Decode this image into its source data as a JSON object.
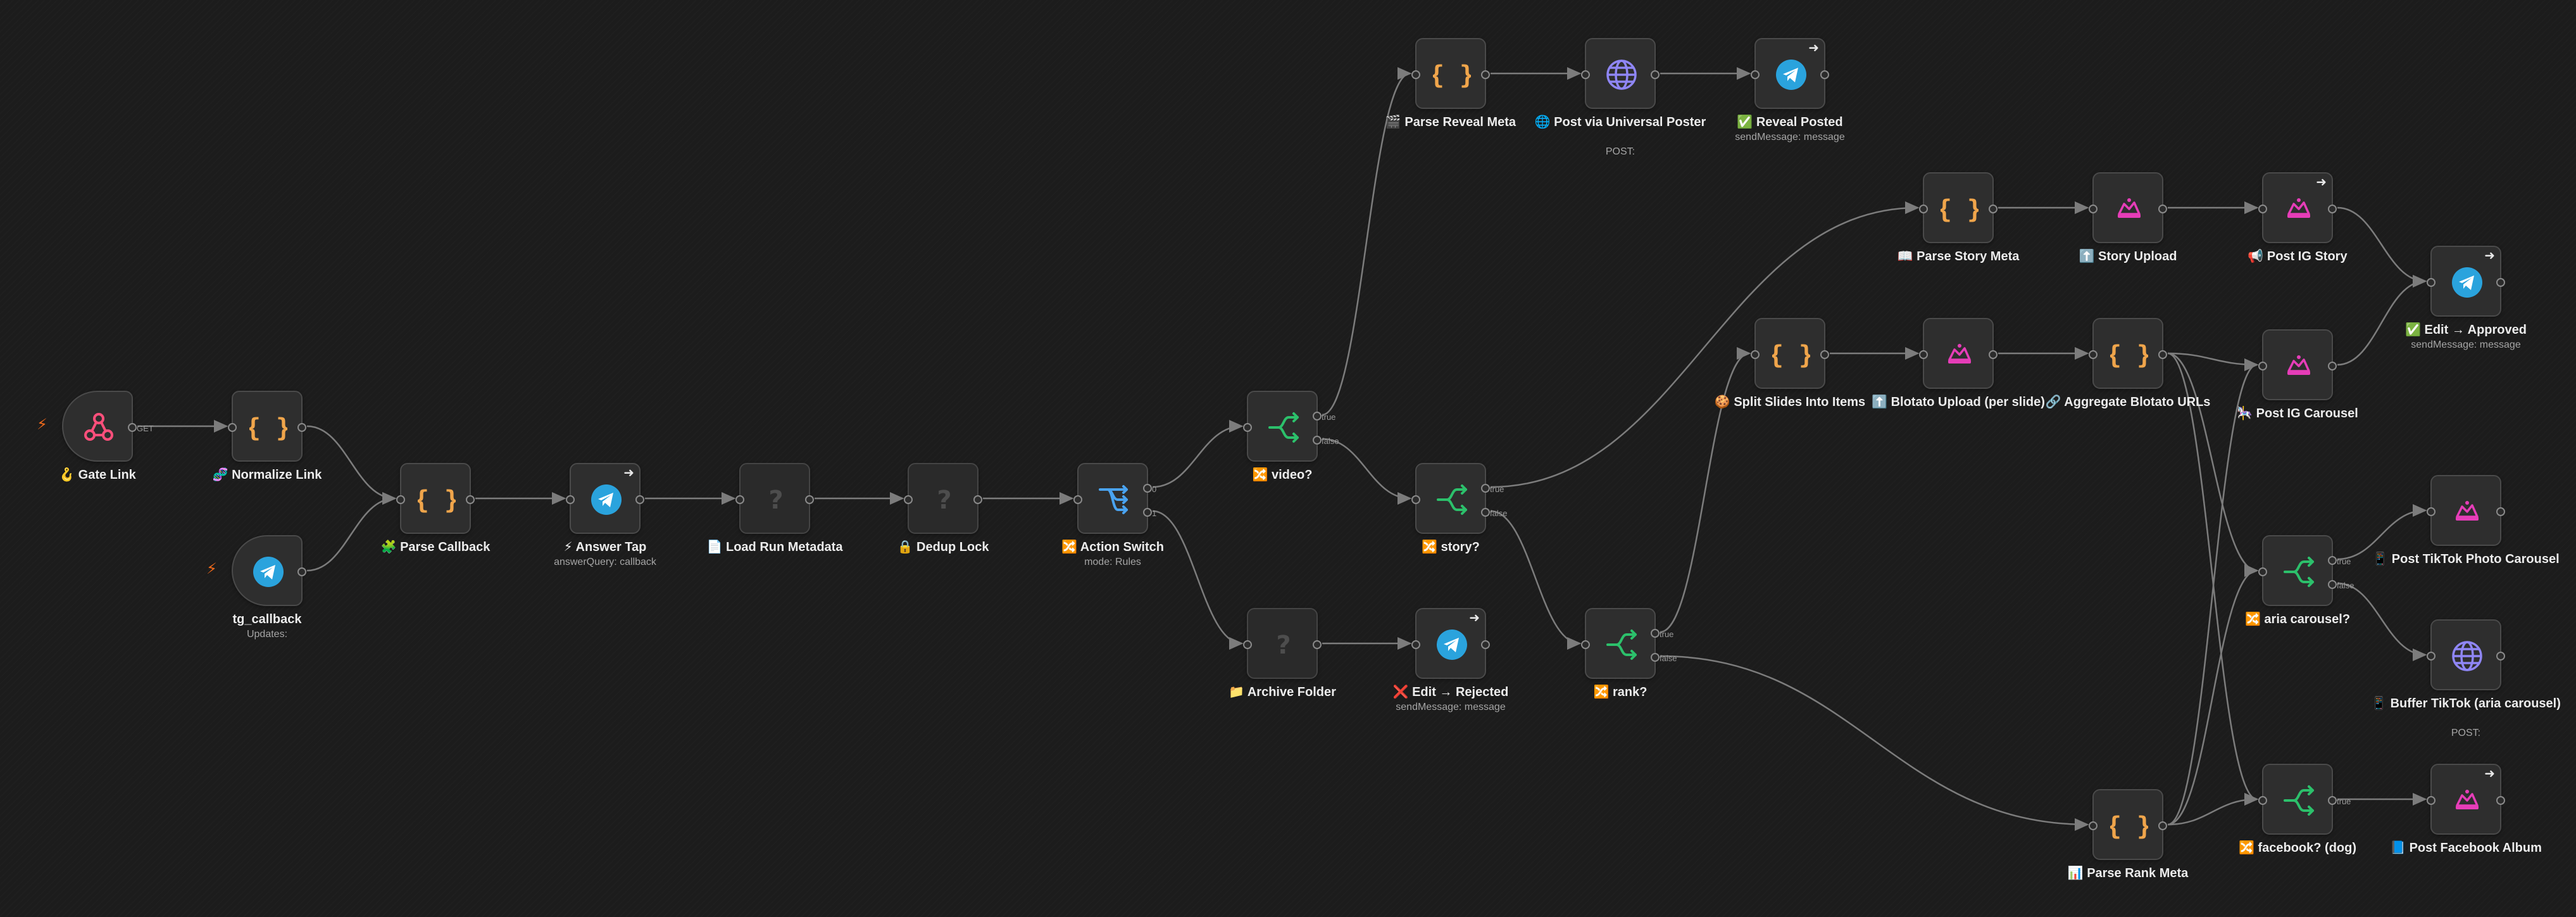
{
  "canvas": {
    "background": "#1c1c1c",
    "edge_color": "#7c7c7c"
  },
  "colors": {
    "code": "#f0a54b",
    "if": "#2cc06b",
    "switch": "#4aa3f0",
    "telegram": "#2aa3dd",
    "webhook": "#ff4f7b",
    "http": "#8f86f5",
    "blotato": "#e63db8",
    "unknown": "#4d4d4d",
    "trigger_bolt": "#f26a1b"
  },
  "nodes": [
    {
      "id": "gate_link",
      "icon": "webhook-icon",
      "kind": "trigger",
      "emoji": "🪝",
      "label": "Gate Link",
      "sub": "",
      "out": [
        "GET"
      ]
    },
    {
      "id": "normalize_link",
      "icon": "code-braces-icon",
      "emoji": "🧬",
      "label": "Normalize Link",
      "sub": ""
    },
    {
      "id": "tg_callback",
      "icon": "telegram-icon",
      "kind": "trigger",
      "emoji": "",
      "label": "tg_callback",
      "sub": "Updates:"
    },
    {
      "id": "parse_callback",
      "icon": "code-braces-icon",
      "emoji": "🧩",
      "label": "Parse Callback",
      "sub": ""
    },
    {
      "id": "answer_tap",
      "icon": "telegram-icon",
      "emoji": "⚡",
      "label": "Answer Tap",
      "sub": "answerQuery: callback",
      "action": true
    },
    {
      "id": "load_run_metadata",
      "icon": "unknown-node-icon",
      "emoji": "📄",
      "label": "Load Run Metadata",
      "sub": ""
    },
    {
      "id": "dedup_lock",
      "icon": "unknown-node-icon",
      "emoji": "🔒",
      "label": "Dedup Lock",
      "sub": ""
    },
    {
      "id": "action_switch",
      "icon": "switch-icon",
      "emoji": "🔀",
      "label": "Action Switch",
      "sub": "mode: Rules",
      "out": [
        "0",
        "1"
      ]
    },
    {
      "id": "video_q",
      "icon": "if-branch-icon",
      "emoji": "🔀",
      "label": "video?",
      "sub": "",
      "out": [
        "true",
        "false"
      ]
    },
    {
      "id": "archive_folder",
      "icon": "unknown-node-icon",
      "emoji": "📁",
      "label": "Archive Folder",
      "sub": ""
    },
    {
      "id": "parse_reveal_meta",
      "icon": "code-braces-icon",
      "emoji": "🎬",
      "label": "Parse Reveal Meta",
      "sub": ""
    },
    {
      "id": "story_q",
      "icon": "if-branch-icon",
      "emoji": "🔀",
      "label": "story?",
      "sub": "",
      "out": [
        "true",
        "false"
      ]
    },
    {
      "id": "edit_rejected",
      "icon": "telegram-icon",
      "emoji": "❌",
      "label": "Edit → Rejected",
      "sub": "sendMessage: message",
      "action": true
    },
    {
      "id": "post_universal",
      "icon": "globe-icon",
      "emoji": "🌐",
      "label": "Post via Universal Poster",
      "sub": "POST:"
    },
    {
      "id": "rank_q",
      "icon": "if-branch-icon",
      "emoji": "🔀",
      "label": "rank?",
      "sub": "",
      "out": [
        "true",
        "false"
      ]
    },
    {
      "id": "reveal_posted",
      "icon": "telegram-icon",
      "emoji": "✅",
      "label": "Reveal Posted",
      "sub": "sendMessage: message",
      "action": true
    },
    {
      "id": "split_slides",
      "icon": "code-braces-icon",
      "emoji": "🍪",
      "label": "Split Slides Into Items",
      "sub": ""
    },
    {
      "id": "parse_story_meta",
      "icon": "code-braces-icon",
      "emoji": "📖",
      "label": "Parse Story Meta",
      "sub": ""
    },
    {
      "id": "blotato_upload",
      "icon": "blotato-icon",
      "emoji": "⬆️",
      "label": "Blotato Upload (per slide)",
      "sub": ""
    },
    {
      "id": "story_upload",
      "icon": "blotato-icon",
      "emoji": "⬆️",
      "label": "Story Upload",
      "sub": ""
    },
    {
      "id": "aggregate_urls",
      "icon": "code-braces-icon",
      "emoji": "🔗",
      "label": "Aggregate Blotato URLs",
      "sub": ""
    },
    {
      "id": "parse_rank_meta",
      "icon": "code-braces-icon",
      "emoji": "📊",
      "label": "Parse Rank Meta",
      "sub": ""
    },
    {
      "id": "post_ig_story",
      "icon": "blotato-icon",
      "emoji": "📢",
      "label": "Post IG Story",
      "sub": "",
      "action": true
    },
    {
      "id": "post_ig_carousel",
      "icon": "blotato-icon",
      "emoji": "🎠",
      "label": "Post IG Carousel",
      "sub": ""
    },
    {
      "id": "aria_carousel_q",
      "icon": "if-branch-icon",
      "emoji": "🔀",
      "label": "aria carousel?",
      "sub": "",
      "out": [
        "true",
        "false"
      ]
    },
    {
      "id": "facebook_q",
      "icon": "if-branch-icon",
      "emoji": "🔀",
      "label": "facebook? (dog)",
      "sub": "",
      "out": [
        "true"
      ]
    },
    {
      "id": "edit_approved",
      "icon": "telegram-icon",
      "emoji": "✅",
      "label": "Edit → Approved",
      "sub": "sendMessage: message",
      "action": true
    },
    {
      "id": "post_tiktok_carousel",
      "icon": "blotato-icon",
      "emoji": "📱",
      "label": "Post TikTok Photo Carousel",
      "sub": ""
    },
    {
      "id": "buffer_tiktok",
      "icon": "globe-icon",
      "emoji": "📱",
      "label": "Buffer TikTok (aria carousel)",
      "sub": "POST:"
    },
    {
      "id": "post_facebook_album",
      "icon": "blotato-icon",
      "emoji": "📘",
      "label": "Post Facebook Album",
      "sub": "",
      "action": true
    }
  ],
  "connections": [
    [
      "gate_link",
      0,
      "normalize_link"
    ],
    [
      "normalize_link",
      0,
      "parse_callback"
    ],
    [
      "tg_callback",
      0,
      "parse_callback"
    ],
    [
      "parse_callback",
      0,
      "answer_tap"
    ],
    [
      "answer_tap",
      0,
      "load_run_metadata"
    ],
    [
      "load_run_metadata",
      0,
      "dedup_lock"
    ],
    [
      "dedup_lock",
      0,
      "action_switch"
    ],
    [
      "action_switch",
      0,
      "video_q"
    ],
    [
      "action_switch",
      1,
      "archive_folder"
    ],
    [
      "archive_folder",
      0,
      "edit_rejected"
    ],
    [
      "video_q",
      0,
      "parse_reveal_meta"
    ],
    [
      "video_q",
      1,
      "story_q"
    ],
    [
      "parse_reveal_meta",
      0,
      "post_universal"
    ],
    [
      "post_universal",
      0,
      "reveal_posted"
    ],
    [
      "story_q",
      0,
      "parse_story_meta"
    ],
    [
      "story_q",
      1,
      "rank_q"
    ],
    [
      "parse_story_meta",
      0,
      "story_upload"
    ],
    [
      "story_upload",
      0,
      "post_ig_story"
    ],
    [
      "post_ig_story",
      0,
      "edit_approved"
    ],
    [
      "rank_q",
      0,
      "split_slides"
    ],
    [
      "rank_q",
      1,
      "parse_rank_meta"
    ],
    [
      "split_slides",
      0,
      "blotato_upload"
    ],
    [
      "blotato_upload",
      0,
      "aggregate_urls"
    ],
    [
      "aggregate_urls",
      0,
      "post_ig_carousel"
    ],
    [
      "aggregate_urls",
      0,
      "aria_carousel_q"
    ],
    [
      "aggregate_urls",
      0,
      "facebook_q"
    ],
    [
      "parse_rank_meta",
      0,
      "post_ig_carousel"
    ],
    [
      "parse_rank_meta",
      0,
      "aria_carousel_q"
    ],
    [
      "parse_rank_meta",
      0,
      "facebook_q"
    ],
    [
      "post_ig_carousel",
      0,
      "edit_approved"
    ],
    [
      "aria_carousel_q",
      0,
      "post_tiktok_carousel"
    ],
    [
      "aria_carousel_q",
      1,
      "buffer_tiktok"
    ],
    [
      "facebook_q",
      0,
      "post_facebook_album"
    ]
  ]
}
